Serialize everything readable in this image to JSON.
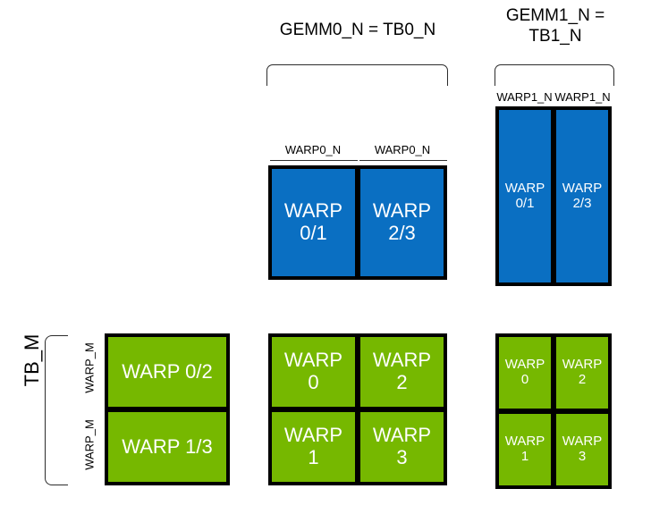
{
  "diagram": {
    "title_top_left": "GEMM0_N = TB0_N",
    "title_top_right": "GEMM1_N =\nTB1_N",
    "left_dimension_label": "TB_M",
    "colors": {
      "blue": "#0a6fc2",
      "green": "#76b800",
      "border": "#000000",
      "text_on_block": "#ffffff",
      "background": "#ffffff"
    },
    "row_labels": [
      {
        "name": "warp-m-top",
        "text": "WARP_M"
      },
      {
        "name": "warp-m-bottom",
        "text": "WARP_M"
      }
    ],
    "gemm0_column_labels": [
      {
        "name": "warp0-n-left",
        "text": "WARP0_N"
      },
      {
        "name": "warp0-n-right",
        "text": "WARP0_N"
      }
    ],
    "gemm1_column_labels": [
      {
        "name": "warp1-n-left",
        "text": "WARP1_N"
      },
      {
        "name": "warp1-n-right",
        "text": "WARP1_N"
      }
    ],
    "blue_left_group": {
      "name": "gemm0-tb0-blue-block",
      "cells": [
        {
          "line1": "WARP",
          "line2": "0/1"
        },
        {
          "line1": "WARP",
          "line2": "2/3"
        }
      ]
    },
    "blue_right_group": {
      "name": "gemm1-tb1-blue-block",
      "cells": [
        {
          "line1": "WARP",
          "line2": "0/1"
        },
        {
          "line1": "WARP",
          "line2": "2/3"
        }
      ]
    },
    "green_left_group": {
      "name": "tb-m-green-block",
      "cells": [
        {
          "line1": "WARP 0/2",
          "line2": ""
        },
        {
          "line1": "WARP 1/3",
          "line2": ""
        }
      ]
    },
    "green_mid_group": {
      "name": "gemm0-green-block",
      "cells": [
        {
          "line1": "WARP",
          "line2": "0"
        },
        {
          "line1": "WARP",
          "line2": "2"
        },
        {
          "line1": "WARP",
          "line2": "1"
        },
        {
          "line1": "WARP",
          "line2": "3"
        }
      ]
    },
    "green_right_group": {
      "name": "gemm1-green-block",
      "cells": [
        {
          "line1": "WARP",
          "line2": "0"
        },
        {
          "line1": "WARP",
          "line2": "2"
        },
        {
          "line1": "WARP",
          "line2": "1"
        },
        {
          "line1": "WARP",
          "line2": "3"
        }
      ]
    }
  }
}
